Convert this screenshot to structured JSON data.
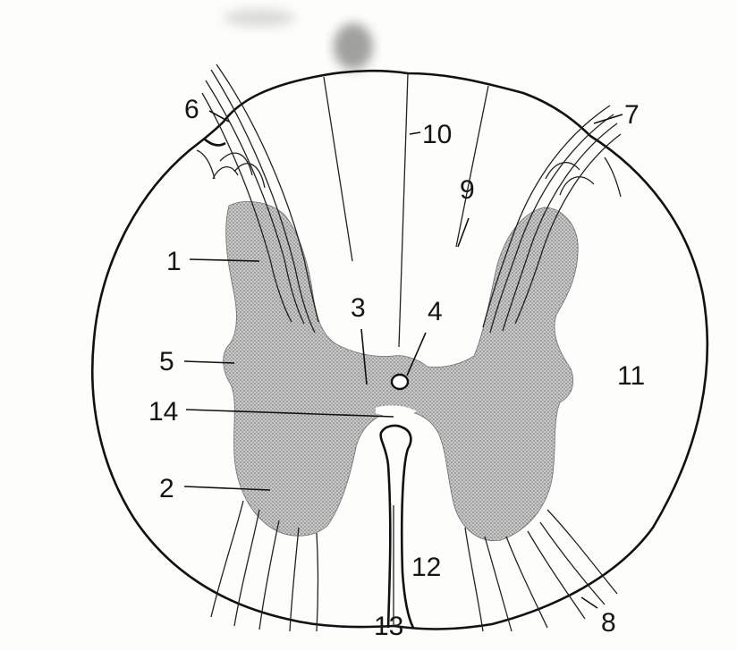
{
  "labels": {
    "l1": "1",
    "l2": "2",
    "l3": "3",
    "l4": "4",
    "l5": "5",
    "l6": "6",
    "l7": "7",
    "l8": "8",
    "l9": "9",
    "l10": "10",
    "l11": "11",
    "l12": "12",
    "l13": "13",
    "l14": "14"
  },
  "colors": {
    "outline": "#111111",
    "grey_matter_stipple": "#8a8a8a",
    "background": "#fdfdfb"
  }
}
